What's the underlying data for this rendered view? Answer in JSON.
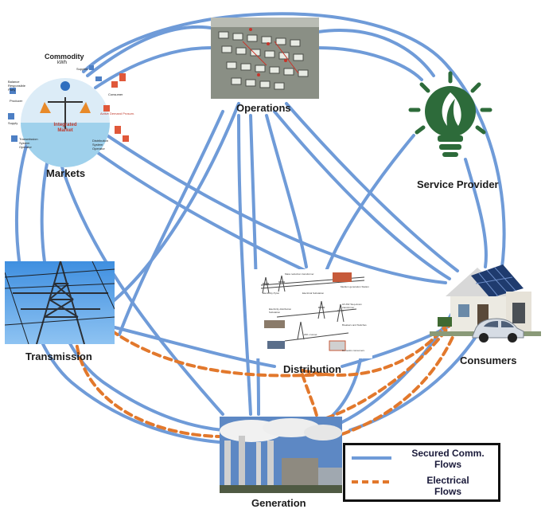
{
  "nodes": {
    "operations": "Operations",
    "service_provider": "Service Provider",
    "markets": "Markets",
    "transmission": "Transmission",
    "distribution": "Distribution",
    "consumers": "Consumers",
    "generation": "Generation"
  },
  "market_figure": {
    "top": "Commodity",
    "unit": "kWh",
    "center": "Integrated Market",
    "labels": [
      "Supplier",
      "Producer",
      "Consumer",
      "Active Demand Prosum.",
      "Distribution System Operator",
      "Transmission System Operator",
      "Supply",
      "Balance Responsible Party"
    ]
  },
  "distribution_figure": {
    "labels": [
      "Mass reduction transformer",
      "Electricity Pylon",
      "Medium generation Station",
      "Electrical Substation",
      "Electricity distribution Substation",
      "HV-MV Step-down transformer",
      "Breakers and Switches",
      "230 v tunnel",
      "Domestic consumers"
    ]
  },
  "legend": {
    "comm_label_1": "Secured Comm.",
    "comm_label_2": "Flows",
    "elec_label_1": "Electrical",
    "elec_label_2": "Flows"
  },
  "colors": {
    "comm_flow": "#6f9bd8",
    "electrical_flow": "#e2782c",
    "sp_green": "#2d6b3a",
    "legend_border": "#111111"
  },
  "icons": [
    "bulb-leaf-icon",
    "house-solar-icon",
    "car-icon",
    "pylon-icon",
    "factory-icon",
    "control-panel-icon",
    "scales-icon"
  ]
}
